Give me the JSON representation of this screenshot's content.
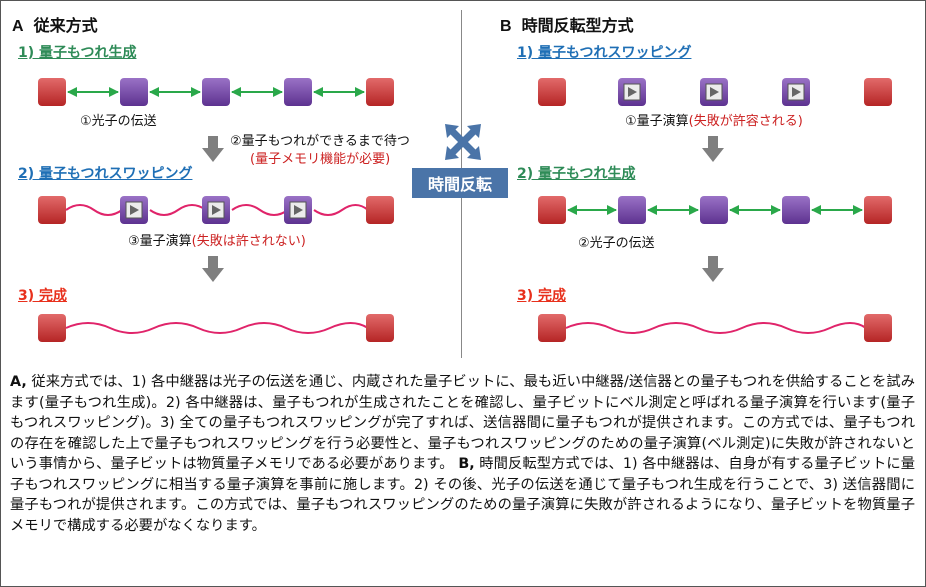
{
  "left": {
    "letter": "A",
    "title": "従来方式",
    "step1": "1) 量子もつれ生成",
    "photon_label": "①光子の伝送",
    "wait_label": "②量子もつれができるまで待つ",
    "memory_label": "(量子メモリ機能が必要)",
    "step2": "2) 量子もつれスワッピング",
    "op_label": "③量子演算",
    "op_warn": "(失敗は許されない)",
    "step3": "3) 完成"
  },
  "right": {
    "letter": "B",
    "title": "時間反転型方式",
    "step1": "1) 量子もつれスワッピング",
    "op_label": "①量子演算",
    "op_warn": "(失敗が許容される)",
    "step2": "2) 量子もつれ生成",
    "photon_label": "②光子の伝送",
    "step3": "3) 完成"
  },
  "center": {
    "time_reversal": "時間反転",
    "swap_icon": "cross-arrows-icon"
  },
  "colors": {
    "node_red": "#d13b3b",
    "node_purple": "#7a4aa8",
    "link_green": "#2aa84a",
    "entangle_pink": "#e0246a",
    "arrow_gray": "#7f7f7f",
    "accent_blue": "#4a74a8"
  },
  "caption": {
    "a_label": "A,",
    "a_text": "従来方式では、1) 各中継器は光子の伝送を通じ、内蔵された量子ビットに、最も近い中継器/送信器との量子もつれを供給することを試みます(量子もつれ生成)。2) 各中継器は、量子もつれが生成されたことを確認し、量子ビットにベル測定と呼ばれる量子演算を行います(量子もつれスワッピング)。3) 全ての量子もつれスワッピングが完了すれば、送信器間に量子もつれが提供されます。この方式では、量子もつれの存在を確認した上で量子もつれスワッピングを行う必要性と、量子もつれスワッピングのための量子演算(ベル測定)に失敗が許されないという事情から、量子ビットは物質量子メモリである必要があります。",
    "b_label": "B,",
    "b_text": "時間反転型方式では、1) 各中継器は、自身が有する量子ビットに量子もつれスワッピングに相当する量子演算を事前に施します。2) その後、光子の伝送を通じて量子もつれ生成を行うことで、3) 送信器間に量子もつれが提供されます。この方式では、量子もつれスワッピングのための量子演算に失敗が許されるようになり、量子ビットを物質量子メモリで構成する必要がなくなります。"
  }
}
